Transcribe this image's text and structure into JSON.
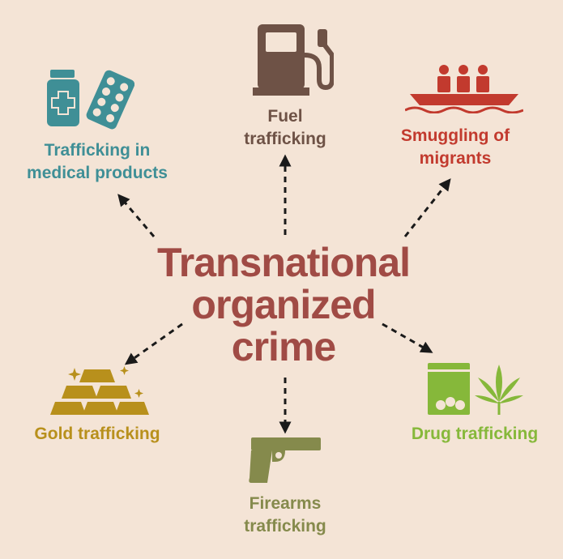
{
  "center": {
    "line1": "Transnational",
    "line2": "organized",
    "line3": "crime"
  },
  "nodes": {
    "medical": {
      "line1": "Trafficking in",
      "line2": "medical products",
      "color": "#3f8f96",
      "icon": "medicine-bottle-and-pills-icon"
    },
    "fuel": {
      "line1": "Fuel",
      "line2": "trafficking",
      "color": "#6e5246",
      "icon": "fuel-pump-icon"
    },
    "migrants": {
      "line1": "Smuggling of",
      "line2": "migrants",
      "color": "#c23a2e",
      "icon": "boat-with-people-icon"
    },
    "gold": {
      "line1": "Gold trafficking",
      "color": "#b8901c",
      "icon": "gold-bars-icon"
    },
    "firearms": {
      "line1": "Firearms",
      "line2": "trafficking",
      "color": "#858a4c",
      "icon": "handgun-icon"
    },
    "drug": {
      "line1": "Drug trafficking",
      "color": "#86b83a",
      "icon": "drug-bag-and-leaf-icon"
    }
  },
  "colors": {
    "background": "#f4e4d6",
    "center_text": "#a04b45",
    "arrow": "#1a1a1a"
  }
}
